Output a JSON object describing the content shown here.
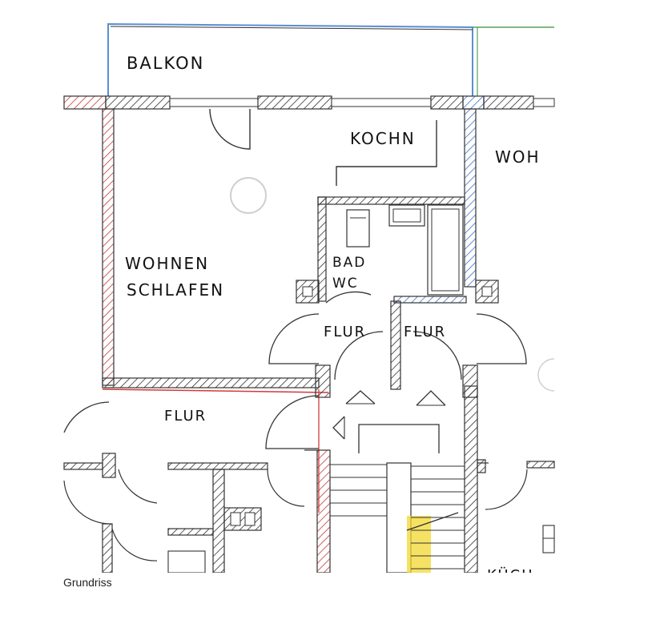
{
  "rooms": {
    "balcony": "BALKON",
    "kitchenette": "KOCHN",
    "living_right": "WOH",
    "living_line1": "WOHNEN",
    "living_line2": "SCHLAFEN",
    "bath_line1": "BAD",
    "bath_line2": "WC",
    "hall_left": "FLUR",
    "hall_right": "FLUR",
    "hall_main": "FLUR",
    "kitchen_bottom": "KÜCH"
  },
  "caption": "Grundriss",
  "colors": {
    "wall_hatch": "#333333",
    "wall_red": "#d23a3a",
    "wall_blue": "#3a7ad2",
    "wall_green": "#5aa05a",
    "stair_highlight": "#f2d830"
  }
}
